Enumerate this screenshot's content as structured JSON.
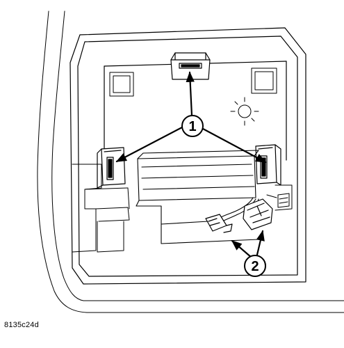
{
  "figure": {
    "id": "8135c24d",
    "callouts": [
      {
        "number": "1"
      },
      {
        "number": "2"
      }
    ]
  },
  "colors": {
    "line": "#000000",
    "background": "#ffffff",
    "fill": "#ffffff"
  }
}
